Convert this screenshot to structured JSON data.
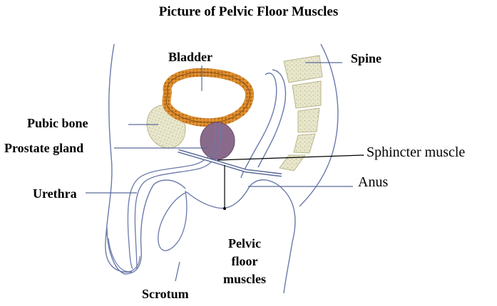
{
  "title": "Picture of Pelvic Floor Muscles",
  "labels": {
    "bladder": "Bladder",
    "spine": "Spine",
    "pubic_bone": "Pubic bone",
    "prostate_gland": "Prostate gland",
    "sphincter_muscle": "Sphincter muscle",
    "anus": "Anus",
    "urethra": "Urethra",
    "pelvic_floor_muscles": [
      "Pelvic",
      "floor",
      "muscles"
    ],
    "scrotum": "Scrotum"
  },
  "colors": {
    "bladder_wall": "#d98a2a",
    "bladder_wall_dark": "#8a4a10",
    "bone": "#e6e4c8",
    "prostate": "#8a6a8a",
    "outline": "#5a6a9a",
    "leader": "#5a6a9a"
  }
}
